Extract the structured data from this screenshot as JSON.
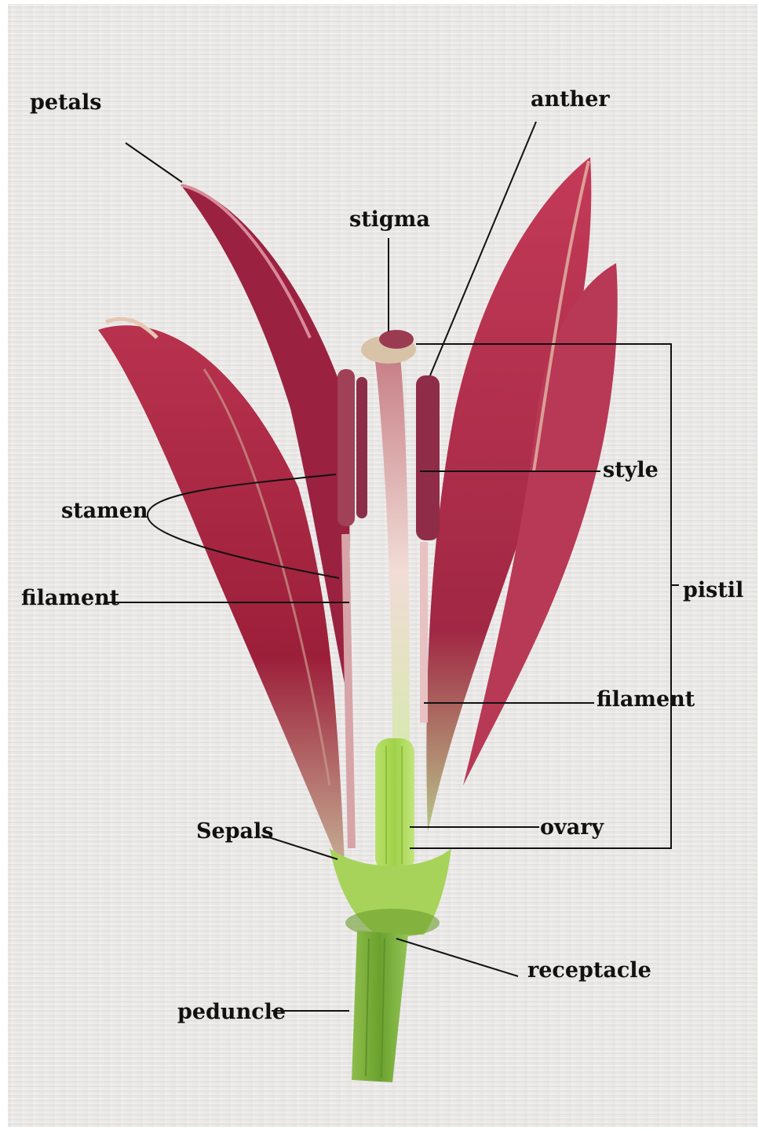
{
  "diagram": {
    "labels": {
      "petals": "petals",
      "anther": "anther",
      "stigma": "stigma",
      "style": "style",
      "stamen": "stamen",
      "filament_left": "filament",
      "pistil": "pistil",
      "filament_right": "filament",
      "sepals": "Sepals",
      "ovary": "ovary",
      "receptacle": "receptacle",
      "peduncle": "peduncle"
    }
  }
}
